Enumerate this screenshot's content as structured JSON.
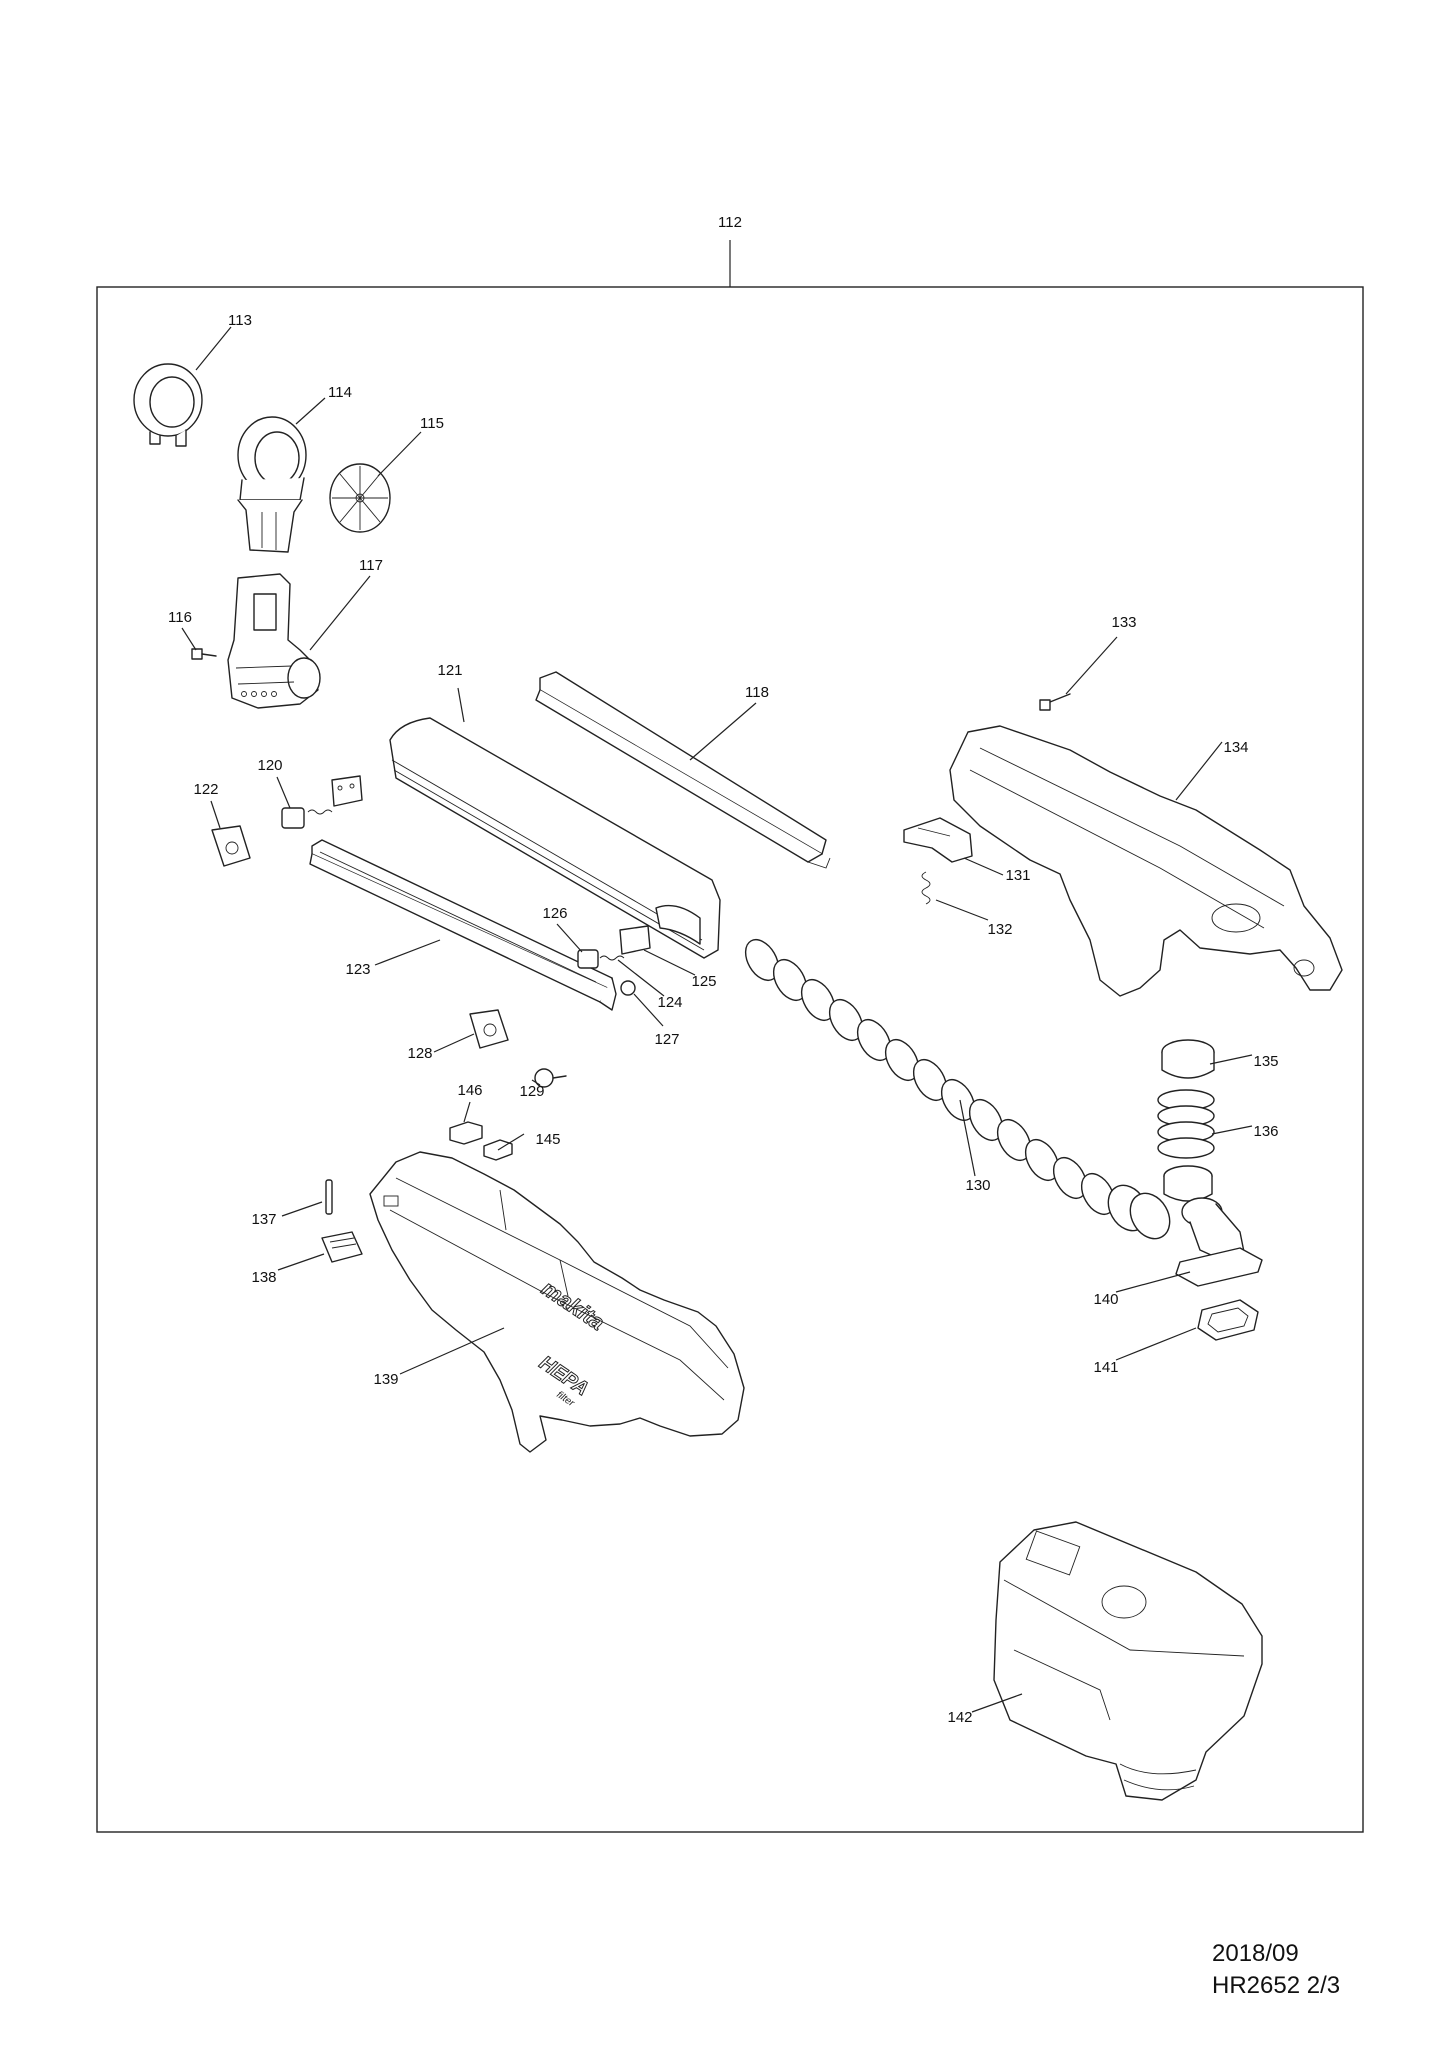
{
  "assembly_label": "112",
  "callouts": [
    {
      "id": "113"
    },
    {
      "id": "114"
    },
    {
      "id": "115"
    },
    {
      "id": "116"
    },
    {
      "id": "117"
    },
    {
      "id": "118"
    },
    {
      "id": "120"
    },
    {
      "id": "121"
    },
    {
      "id": "122"
    },
    {
      "id": "123"
    },
    {
      "id": "124"
    },
    {
      "id": "125"
    },
    {
      "id": "126"
    },
    {
      "id": "127"
    },
    {
      "id": "128"
    },
    {
      "id": "129"
    },
    {
      "id": "130"
    },
    {
      "id": "131"
    },
    {
      "id": "132"
    },
    {
      "id": "133"
    },
    {
      "id": "134"
    },
    {
      "id": "135"
    },
    {
      "id": "136"
    },
    {
      "id": "137"
    },
    {
      "id": "138"
    },
    {
      "id": "139"
    },
    {
      "id": "140"
    },
    {
      "id": "141"
    },
    {
      "id": "142"
    },
    {
      "id": "145"
    },
    {
      "id": "146"
    }
  ],
  "brand_marks": [
    "makita",
    "HEPA",
    "filter"
  ],
  "footer": {
    "date": "2018/09",
    "model_page": "HR2652 2/3"
  }
}
